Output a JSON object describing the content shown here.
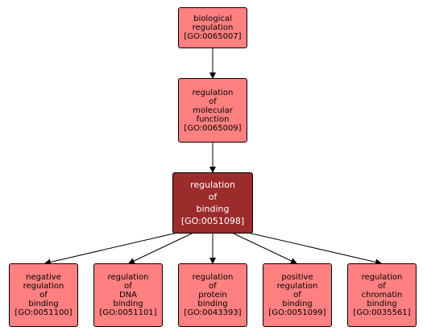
{
  "nodes": {
    "biological_regulation": "biological\nregulation\n[GO:0065007]",
    "regulation_of_molecular_function": "regulation\nof\nmolecular\nfunction\n[GO:0065009]",
    "regulation_of_binding": "regulation\nof\nbinding\n[GO:0051098]",
    "negative_regulation_of_binding": "negative\nregulation\nof\nbinding\n[GO:0051100]",
    "regulation_of_dna_binding": "regulation\nof\nDNA\nbinding\n[GO:0051101]",
    "regulation_of_protein_binding": "regulation\nof\nprotein\nbinding\n[GO:0043393]",
    "positive_regulation_of_binding": "positive\nregulation\nof\nbinding\n[GO:0051099]",
    "regulation_of_chromatin_binding": "regulation\nof\nchromatin\nbinding\n[GO:0035561]"
  },
  "colors": {
    "node_fill": "#ff8080",
    "focus_fill": "#9c2b2b",
    "focus_text": "#ffffff",
    "edge": "#000000"
  }
}
